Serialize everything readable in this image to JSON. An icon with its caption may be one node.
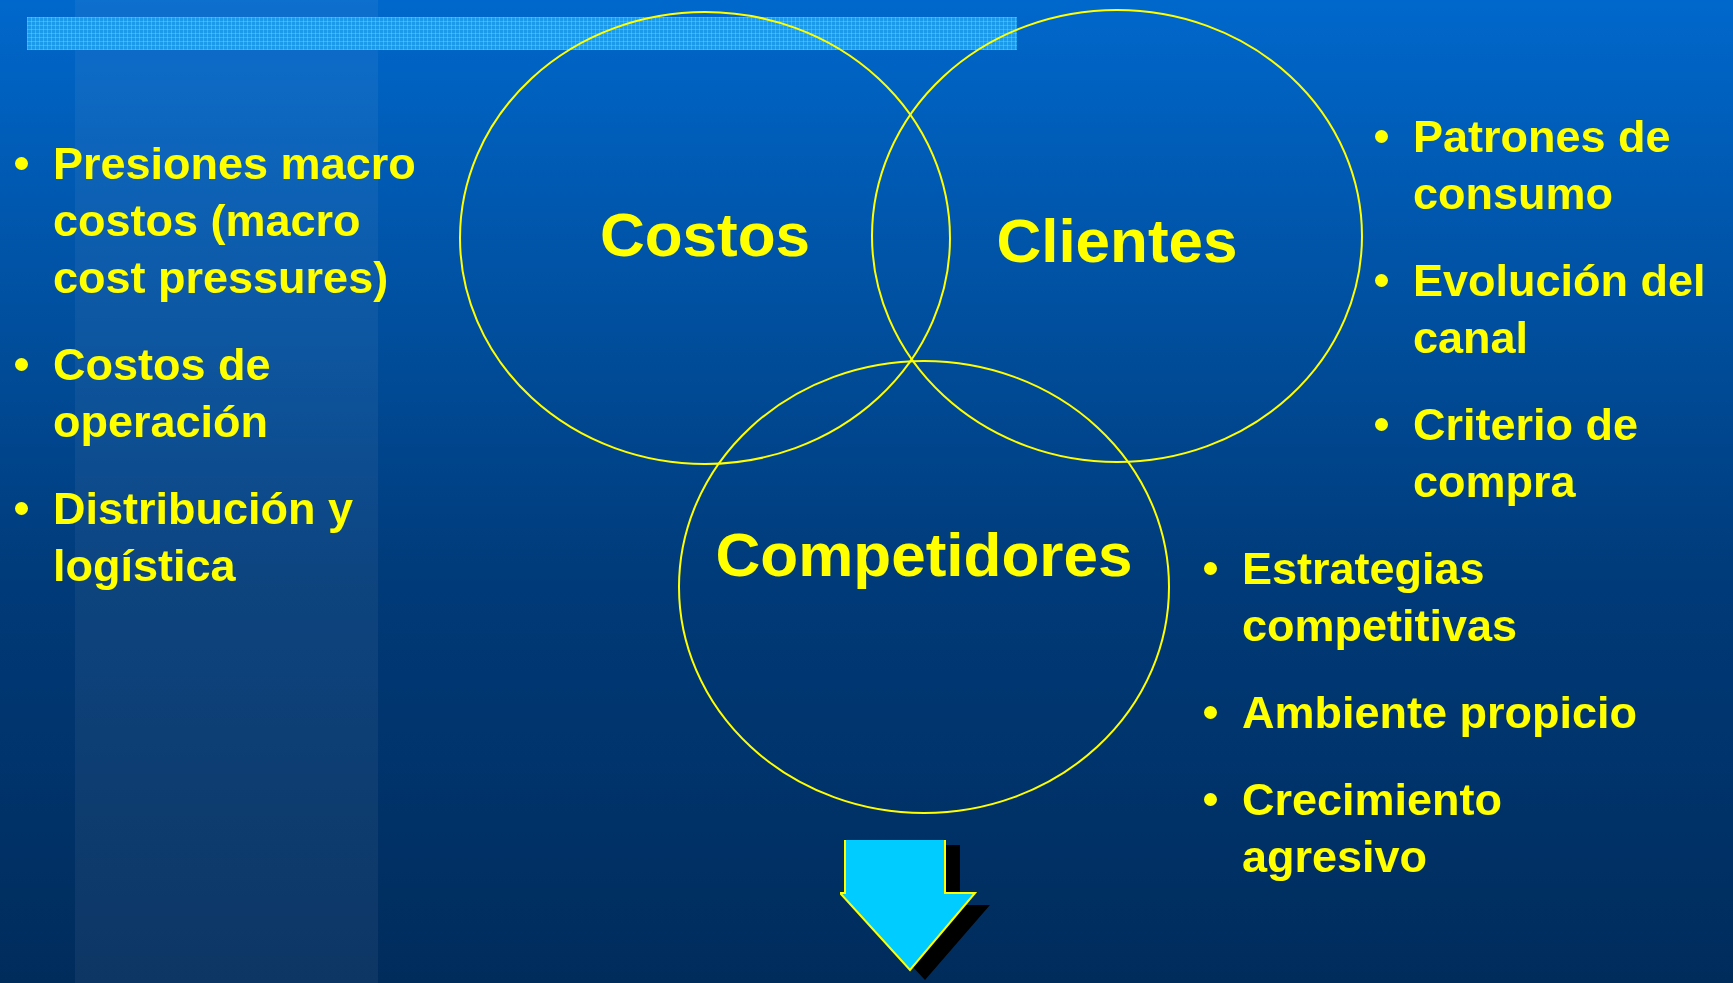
{
  "diagram": {
    "nodes": [
      {
        "text": [
          "Costos"
        ],
        "beside": [
          "Presiones macro costos (macro cost pressures)",
          "Costos de operación",
          "Distribución y logística"
        ]
      },
      {
        "text": [
          "Clientes"
        ],
        "beside": [
          "Patrones de consumo",
          "Evolución del canal",
          "Criterio de compra"
        ]
      },
      {
        "text": [
          "Competidores"
        ],
        "beside": [
          "Estrategias competitivas",
          "Ambiente propicio",
          "Crecimiento agresivo"
        ]
      }
    ]
  }
}
